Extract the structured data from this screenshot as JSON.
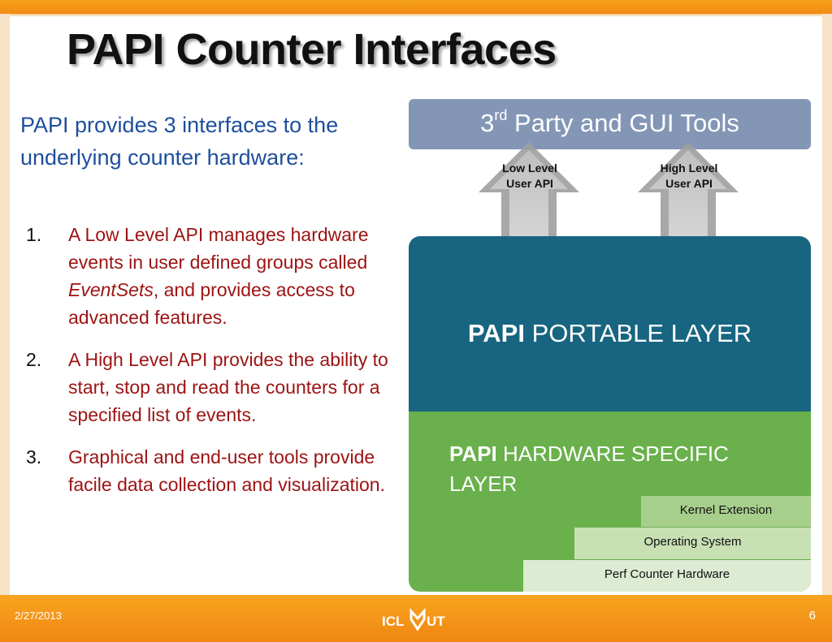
{
  "slide": {
    "title": "PAPI Counter Interfaces",
    "intro": "PAPI provides 3 interfaces to the underlying counter hardware:",
    "items": [
      {
        "num": "1.",
        "parts": [
          "A Low Level API manages hardware events in user defined groups called ",
          "EventSets",
          ", and provides access to advanced features."
        ]
      },
      {
        "num": "2.",
        "text": "A High Level API provides the ability to start, stop and read the counters for a specified list of events."
      },
      {
        "num": "3.",
        "text": "Graphical and end-user tools provide facile data collection and visualization."
      }
    ]
  },
  "diagram": {
    "tools_box": {
      "prefix": "3",
      "sup": "rd",
      "suffix": " Party and GUI Tools"
    },
    "arrows": [
      {
        "line1": "Low Level",
        "line2": "User API"
      },
      {
        "line1": "High Level",
        "line2": "User API"
      }
    ],
    "portable_layer": {
      "bold": "PAPI",
      "rest": " PORTABLE LAYER"
    },
    "hardware_layer": {
      "bold": "PAPI",
      "rest": " HARDWARE SPECIFIC LAYER"
    },
    "steps": [
      "Kernel Extension",
      "Operating System",
      "Perf Counter Hardware"
    ],
    "colors": {
      "tools": "#8396b6",
      "portable": "#176580",
      "hardware": "#6ab04c",
      "accent": "#f39a1a"
    }
  },
  "footer": {
    "date": "2/27/2013",
    "logo_text": "ICL UT",
    "page_number": "6"
  }
}
